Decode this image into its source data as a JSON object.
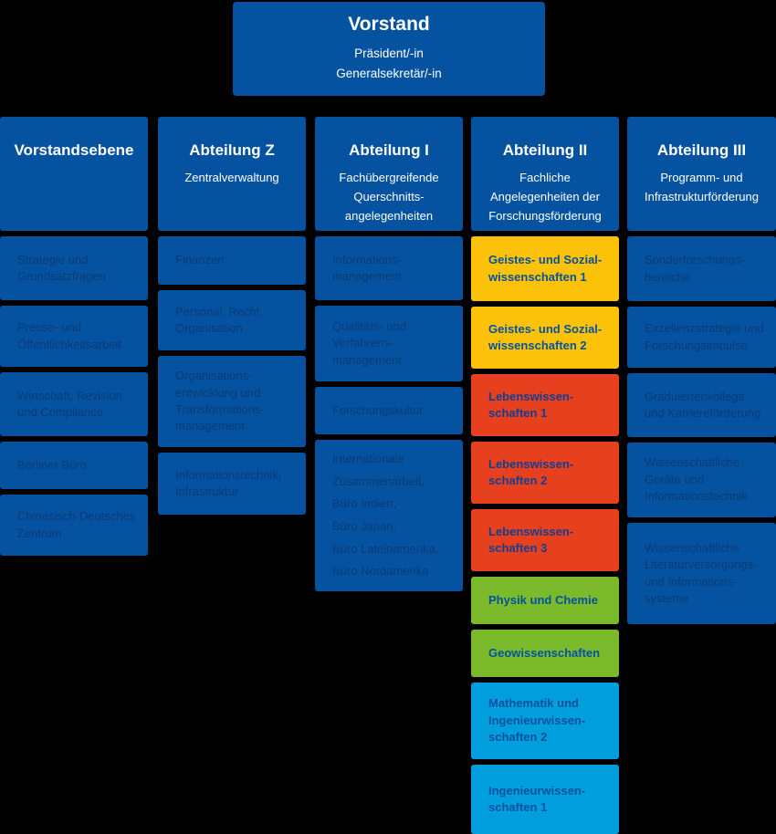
{
  "colors": {
    "brand_blue": "#0552A0",
    "dark_text_on_blue": "#083C77",
    "orange": "#FCC20A",
    "red": "#E6401E",
    "green": "#7BBA2B",
    "cyan": "#009EDC",
    "white": "#FFFFFF"
  },
  "vorstand": {
    "title": "Vorstand",
    "subtitle": "Präsident/-in\nGeneralsekretär/-in"
  },
  "columns": [
    {
      "title": "Vorstandsebene",
      "subtitle": "",
      "boxes": [
        {
          "label": "Strategie und\nGrundsatzfragen",
          "color": "blue"
        },
        {
          "label": "Presse- und\nÖffentlichkeitsarbeit",
          "color": "blue"
        },
        {
          "label": "Wirtschaft, Revision\nund Compliance",
          "color": "blue"
        },
        {
          "label": "Berliner Büro",
          "color": "blue"
        },
        {
          "label": "Chinesisch-Deutsches\nZentrum",
          "color": "blue"
        }
      ]
    },
    {
      "title": "Abteilung Z",
      "subtitle": "Zentralverwaltung",
      "boxes": [
        {
          "label": "Finanzen",
          "color": "blue"
        },
        {
          "label": "Personal, Recht,\nOrganisation",
          "color": "blue"
        },
        {
          "label": "Organisations-\nentwicklung und\nTransformations-\nmanagement",
          "color": "blue"
        },
        {
          "label": "Informationstechnik,\nInfrastruktur",
          "color": "blue"
        }
      ]
    },
    {
      "title": "Abteilung I",
      "subtitle": "Fachübergreifende\nQuerschnitts-\nangelegenheiten",
      "boxes": [
        {
          "label": "Informations-\nmanagement",
          "color": "blue"
        },
        {
          "label": "Qualitäts- und\nVerfahrens-\nmanagement",
          "color": "blue"
        },
        {
          "label": "Forschungskultur",
          "color": "blue"
        },
        {
          "label": "Internationale\nZusammenarbeit,\nBüro Indien,\nBüro Japan,\nBüro Lateinamerika,\nBüro Nordamerika",
          "color": "blue"
        }
      ]
    },
    {
      "title": "Abteilung II",
      "subtitle": "Fachliche\nAngelegenheiten der\nForschungsförderung",
      "boxes": [
        {
          "label": "Geistes- und Sozial-\nwissenschaften 1",
          "color": "orange"
        },
        {
          "label": "Geistes- und Sozial-\nwissenschaften 2",
          "color": "orange"
        },
        {
          "label": "Lebenswissen-\nschaften 1",
          "color": "red"
        },
        {
          "label": "Lebenswissen-\nschaften 2",
          "color": "red"
        },
        {
          "label": "Lebenswissen-\nschaften 3",
          "color": "red"
        },
        {
          "label": "Physik und Chemie",
          "color": "green"
        },
        {
          "label": "Geowissenschaften",
          "color": "green"
        },
        {
          "label": "Mathematik und\nIngenieurwissen-\nschaften 2",
          "color": "cyan"
        },
        {
          "label": "Ingenieurwissen-\nschaften 1",
          "color": "cyan"
        }
      ]
    },
    {
      "title": "Abteilung III",
      "subtitle": "Programm- und\nInfrastrukturförderung",
      "boxes": [
        {
          "label": "Sonderforschungs-\nbereiche",
          "color": "blue"
        },
        {
          "label": "Exzellenzstrategie und\nForschungsimpulse",
          "color": "blue"
        },
        {
          "label": "Graduiertenkollegs\nund Karriereförderung",
          "color": "blue"
        },
        {
          "label": "Wissenschaftliche\nGeräte und\nInformationstechnik",
          "color": "blue"
        },
        {
          "label": "Wissenschaftliche\nLiteraturversorgungs-\nund Informations-\nsysteme",
          "color": "blue"
        }
      ]
    }
  ]
}
